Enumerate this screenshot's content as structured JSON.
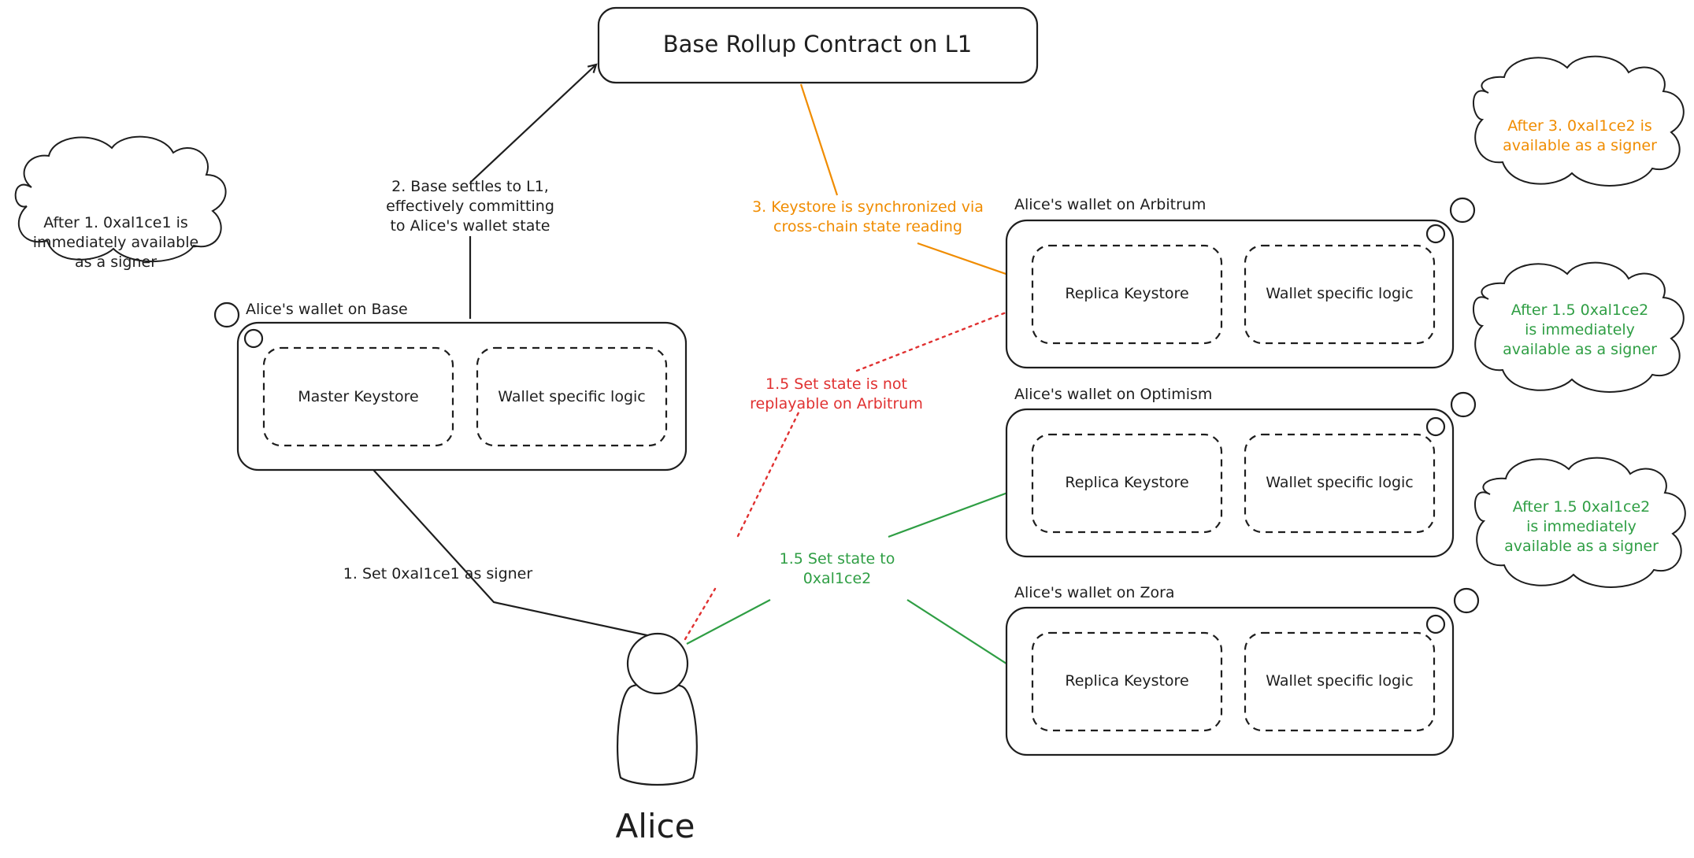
{
  "colors": {
    "ink": "#1e1e1e",
    "orange": "#f08c00",
    "green": "#2f9e44",
    "red": "#e03131"
  },
  "l1_contract": {
    "title": "Base Rollup Contract on L1"
  },
  "base_wallet": {
    "label": "Alice's wallet on Base",
    "keystore": "Master Keystore",
    "logic": "Wallet specific logic"
  },
  "arbitrum_wallet": {
    "label": "Alice's wallet on Arbitrum",
    "keystore": "Replica Keystore",
    "logic": "Wallet specific logic"
  },
  "optimism_wallet": {
    "label": "Alice's wallet on Optimism",
    "keystore": "Replica Keystore",
    "logic": "Wallet specific logic"
  },
  "zora_wallet": {
    "label": "Alice's wallet on Zora",
    "keystore": "Replica Keystore",
    "logic": "Wallet specific logic"
  },
  "thoughts": {
    "base": [
      "After 1. 0xal1ce1 is",
      "immediately available",
      "as a signer"
    ],
    "arbitrum": [
      "After 3. 0xal1ce2 is",
      "available as a signer"
    ],
    "optimism": [
      "After 1.5 0xal1ce2",
      "is immediately",
      "available as a signer"
    ],
    "zora": [
      "After 1.5 0xal1ce2",
      "is immediately",
      "available as a signer"
    ]
  },
  "arrows": {
    "step1": "1. Set 0xal1ce1 as signer",
    "step2": [
      "2. Base settles to L1,",
      "effectively committing",
      "to Alice's wallet state"
    ],
    "step3": [
      "3. Keystore is synchronized via",
      "cross-chain state reading"
    ],
    "step15_red": [
      "1.5 Set state is not",
      "replayable on Arbitrum"
    ],
    "step15_green": [
      "1.5 Set state to",
      "0xal1ce2"
    ]
  },
  "person": {
    "name": "Alice"
  }
}
